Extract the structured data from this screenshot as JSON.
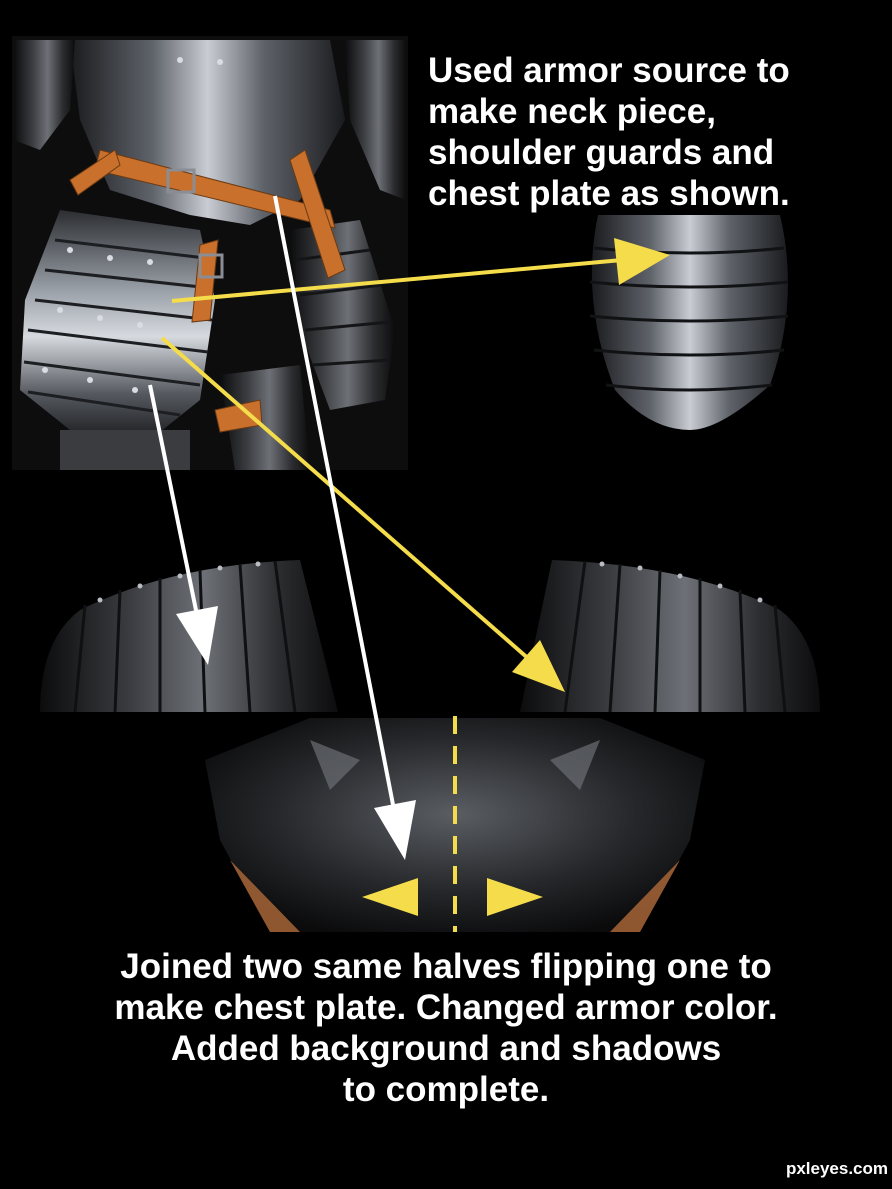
{
  "top_caption": "Used armor source to\nmake neck piece,\nshoulder guards and\nchest plate as shown.",
  "bottom_caption": "Joined two same halves flipping one to\nmake chest plate. Changed armor color.\nAdded background and shadows\nto complete.",
  "watermark": "pxleyes.com",
  "colors": {
    "background": "#000000",
    "caption_text": "#ffffff",
    "arrow_yellow": "#f4dc4a",
    "arrow_white": "#ffffff",
    "leather_strap": "#c8702c",
    "armor_steel": "#8a8e94"
  },
  "icons": [
    "armor-source-photo",
    "neck-piece",
    "left-shoulder-guard",
    "right-shoulder-guard",
    "chest-plate",
    "center-seam",
    "flip-arrow-left",
    "flip-arrow-right"
  ]
}
